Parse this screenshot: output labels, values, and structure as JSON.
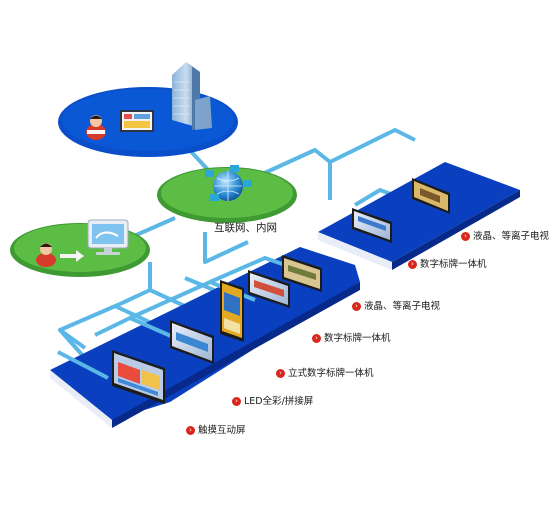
{
  "network_label": "互联网、内网",
  "bullet_glyph": "›",
  "right_platform_labels": [
    "液晶、等离子电视",
    "数字标牌一体机"
  ],
  "left_platform_labels": [
    "液晶、等离子电视",
    "数字标牌一体机",
    "立式数字标牌一体机",
    "LED全彩/拼接屏",
    "触摸互动屏"
  ],
  "colors": {
    "platform_top": "#0a3fbf",
    "platform_edge": "#07298a",
    "cable": "#5bb8e6",
    "ellipse_blue": "#0a4fc9",
    "ellipse_green": "#4caf3c",
    "bullet": "#d9261c"
  }
}
